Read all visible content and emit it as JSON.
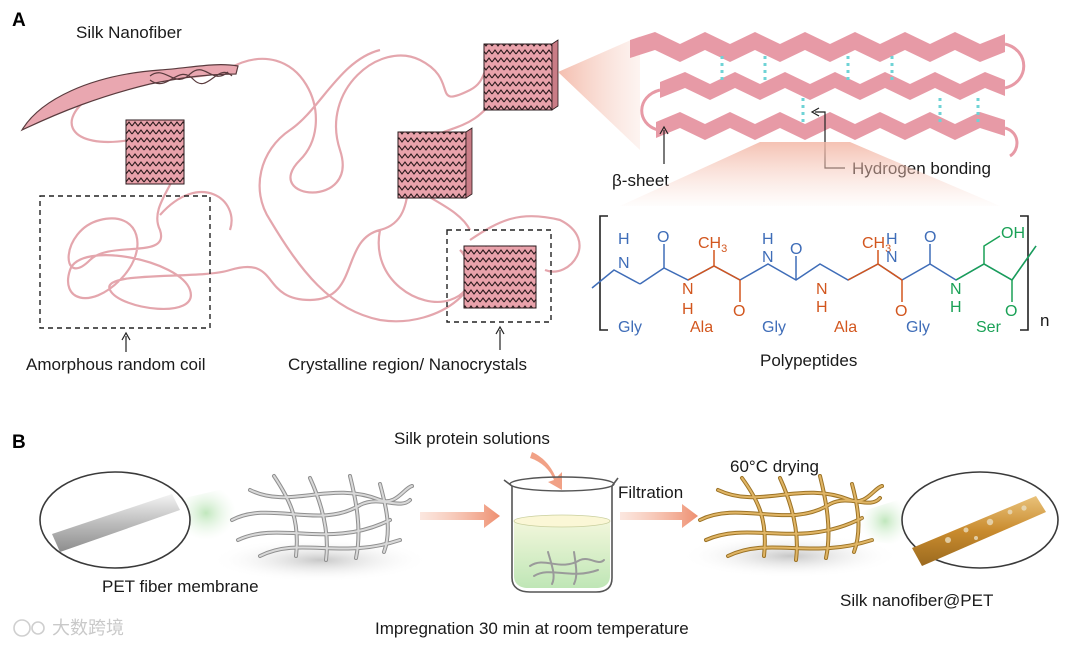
{
  "panel_a": {
    "letter": "A",
    "silk_nanofiber": "Silk Nanofiber",
    "amorphous": "Amorphous random coil",
    "crystalline": "Crystalline region/ Nanocrystals",
    "beta_sheet": "β-sheet",
    "hbond": "Hydrogen bonding",
    "polypeptides": "Polypeptides",
    "residues": [
      "Gly",
      "Ala",
      "Gly",
      "Ala",
      "Gly",
      "Ser"
    ],
    "repeat": "n",
    "atoms": {
      "N": "N",
      "H": "H",
      "O": "O",
      "CH3": "CH",
      "sub3": "3",
      "OH": "OH"
    }
  },
  "panel_b": {
    "letter": "B",
    "pet_membrane": "PET fiber membrane",
    "silk_solutions": "Silk protein solutions",
    "filtration": "Filtration",
    "drying": "60°C drying",
    "impregnation": "Impregnation 30 min at room temperature",
    "product": "Silk nanofiber@PET"
  },
  "watermark": "大数跨境",
  "colors": {
    "silk_pink": "#e8a0a8",
    "sheet_pink": "#e79aa6",
    "hbond_cyan": "#6fd3d6",
    "gly_blue": "#3f6db8",
    "ala_orange": "#d2561e",
    "ser_green": "#1aa156",
    "arrow_salmon": "#f2a68c",
    "silk_gold": "#c99a3e",
    "pet_gray": "#b5b5b5"
  }
}
